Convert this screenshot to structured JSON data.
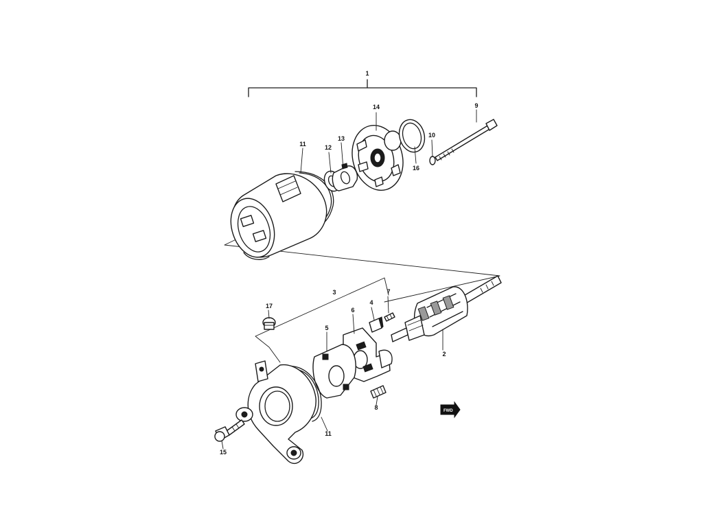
{
  "diagram": {
    "callouts": [
      {
        "key": "p1",
        "text": "1"
      },
      {
        "key": "p2",
        "text": "2"
      },
      {
        "key": "p3",
        "text": "3"
      },
      {
        "key": "p4",
        "text": "4"
      },
      {
        "key": "p5",
        "text": "5"
      },
      {
        "key": "p6",
        "text": "6"
      },
      {
        "key": "p7",
        "text": "7"
      },
      {
        "key": "p8",
        "text": "8"
      },
      {
        "key": "p9",
        "text": "9"
      },
      {
        "key": "p10",
        "text": "10"
      },
      {
        "key": "p11a",
        "text": "11"
      },
      {
        "key": "p11b",
        "text": "11"
      },
      {
        "key": "p12",
        "text": "12"
      },
      {
        "key": "p13",
        "text": "13"
      },
      {
        "key": "p14",
        "text": "14"
      },
      {
        "key": "p15",
        "text": "15"
      },
      {
        "key": "p16",
        "text": "16"
      },
      {
        "key": "p17",
        "text": "17"
      }
    ],
    "orientation_badge": "FWD",
    "colors": {
      "ink": "#1a1a1a",
      "background": "#ffffff"
    }
  }
}
